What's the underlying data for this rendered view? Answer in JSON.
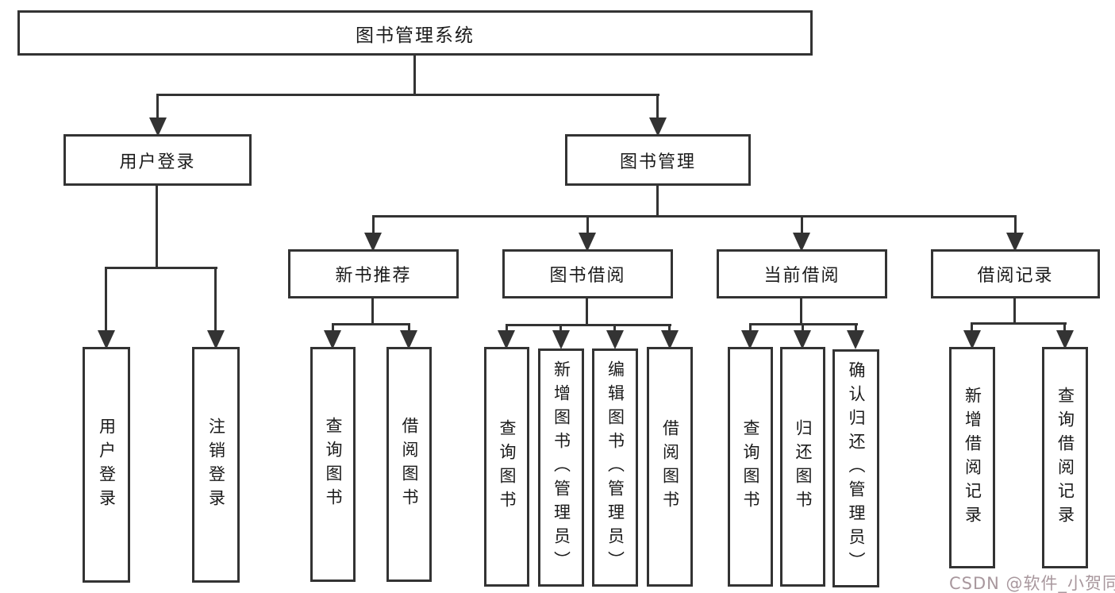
{
  "diagram_title": "图书管理系统",
  "tree": {
    "label": "图书管理系统",
    "children": [
      {
        "label": "用户登录",
        "children": [
          {
            "label": "用户登录"
          },
          {
            "label": "注销登录"
          }
        ]
      },
      {
        "label": "图书管理",
        "children": [
          {
            "label": "新书推荐",
            "children": [
              {
                "label": "查询图书"
              },
              {
                "label": "借阅图书"
              }
            ]
          },
          {
            "label": "图书借阅",
            "children": [
              {
                "label": "查询图书"
              },
              {
                "label": "新增图书（管理员）"
              },
              {
                "label": "编辑图书（管理员）"
              },
              {
                "label": "借阅图书"
              }
            ]
          },
          {
            "label": "当前借阅",
            "children": [
              {
                "label": "查询图书"
              },
              {
                "label": "归还图书"
              },
              {
                "label": "确认归还（管理员）"
              }
            ]
          },
          {
            "label": "借阅记录",
            "children": [
              {
                "label": "新增借阅记录"
              },
              {
                "label": "查询借阅记录"
              }
            ]
          }
        ]
      }
    ]
  },
  "watermark": {
    "text": "CSDN @软件_小贺同学"
  },
  "colors": {
    "line": "#333333",
    "box_border": "#333333",
    "box_background": "#ffffff",
    "text": "#1a1a1a",
    "watermark": "#a8979d",
    "background": "#ffffff"
  }
}
